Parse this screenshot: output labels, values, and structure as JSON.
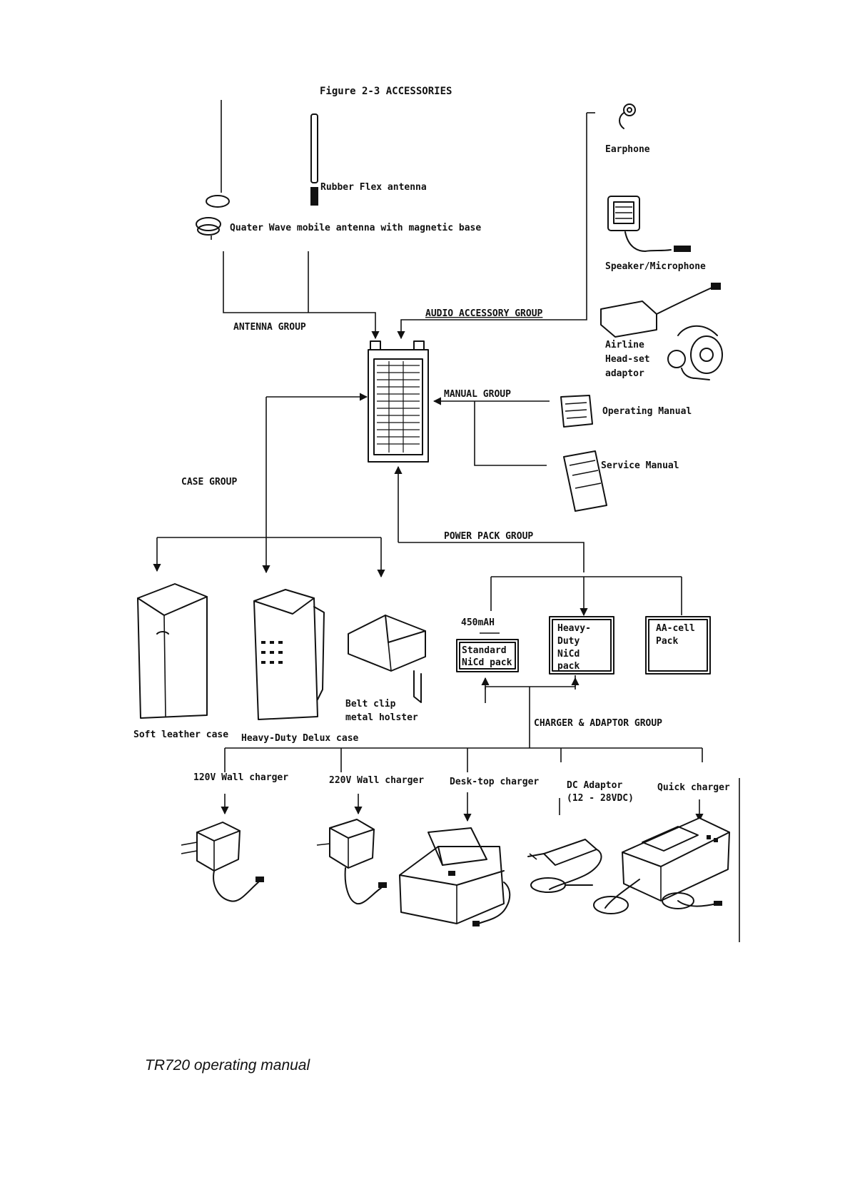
{
  "figure_title": "Figure 2-3  ACCESSORIES",
  "groups": {
    "antenna": "ANTENNA GROUP",
    "audio": "AUDIO ACCESSORY GROUP",
    "manual": "MANUAL GROUP",
    "case": "CASE GROUP",
    "power": "POWER PACK GROUP",
    "charger": "CHARGER & ADAPTOR GROUP"
  },
  "antennas": {
    "rubber": "Rubber Flex antenna",
    "quarter": "Quater Wave mobile antenna with magnetic base"
  },
  "audio": {
    "earphone": "Earphone",
    "speaker_mic": "Speaker/Microphone",
    "airline": [
      "Airline",
      "Head-set",
      "adaptor"
    ]
  },
  "manuals": {
    "operating": "Operating Manual",
    "service": "Service Manual"
  },
  "cases": {
    "soft": "Soft leather case",
    "heavy": "Heavy-Duty Delux case",
    "belt_clip": [
      "Belt clip",
      "metal holster"
    ]
  },
  "power_packs": {
    "capacity": "450mAH",
    "standard": [
      "Standard",
      "NiCd pack"
    ],
    "heavy": [
      "Heavy-",
      "Duty",
      "NiCd",
      "pack"
    ],
    "aa": [
      "AA-cell",
      "Pack"
    ]
  },
  "chargers": {
    "wall120": "120V Wall charger",
    "wall220": "220V Wall charger",
    "desktop": "Desk-top charger",
    "dc": [
      "DC Adaptor",
      "(12 - 28VDC)"
    ],
    "quick": "Quick charger"
  },
  "footer": "TR720 operating manual"
}
